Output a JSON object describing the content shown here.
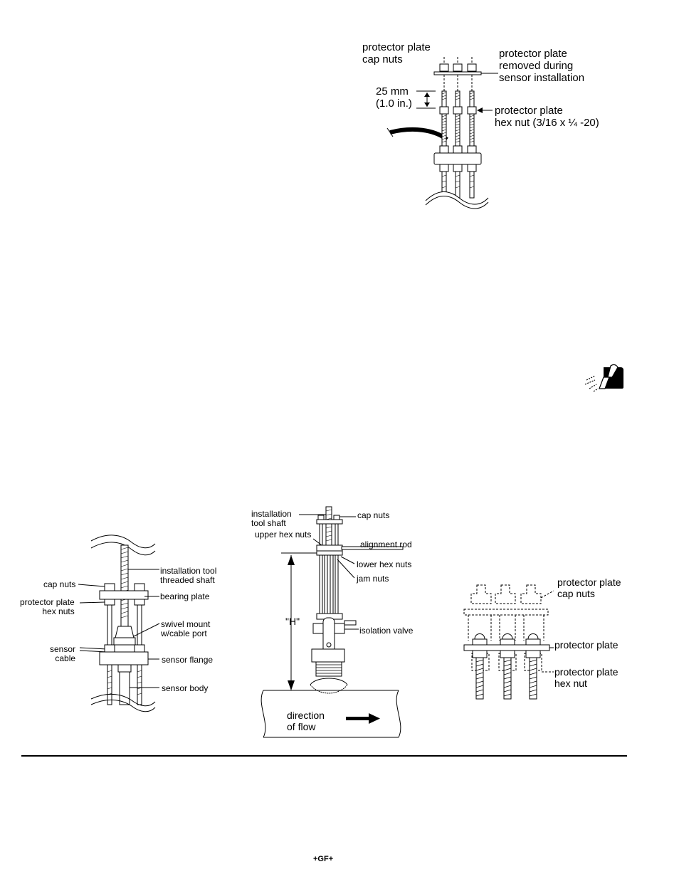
{
  "figure_top": {
    "labels": {
      "cap_nuts": "protector plate\ncap nuts",
      "plate_removed": "protector plate\nremoved during\nsensor installation",
      "dimension": "25 mm\n(1.0 in.)",
      "hex_nut": "protector plate\nhex nut (3/16 x ¼ -20)"
    }
  },
  "figure_left": {
    "labels": {
      "cap_nuts": "cap nuts",
      "hex_nuts": "protector plate\nhex nuts",
      "sensor_cable": "sensor\ncable",
      "tool_shaft": "installation tool\nthreaded shaft",
      "bearing_plate": "bearing plate",
      "swivel_mount": "swivel mount\nw/cable port",
      "sensor_flange": "sensor flange",
      "sensor_body": "sensor body"
    }
  },
  "figure_middle": {
    "labels": {
      "tool_shaft": "installation\ntool shaft",
      "upper_hex_nuts": "upper hex nuts",
      "cap_nuts": "cap nuts",
      "alignment_rod": "alignment rod",
      "lower_hex_nuts": "lower hex nuts",
      "jam_nuts": "jam nuts",
      "isolation_valve": "isolation valve",
      "h_dim": "\"H\"",
      "flow": "direction\nof flow"
    }
  },
  "figure_right": {
    "labels": {
      "cap_nuts": "protector plate\ncap nuts",
      "plate": "protector plate",
      "hex_nut": "protector plate\nhex nut"
    }
  },
  "footer": {
    "logo": "+GF+"
  },
  "icons": {
    "caution": "caution-hand-icon"
  }
}
